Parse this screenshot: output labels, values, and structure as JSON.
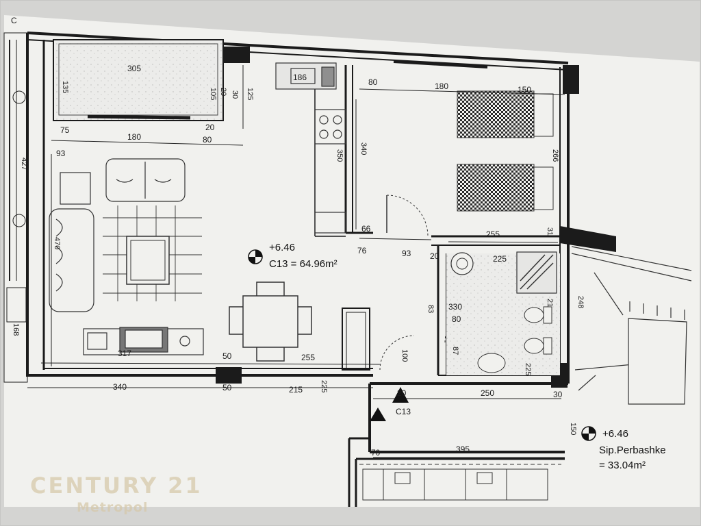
{
  "plan": {
    "main_unit": {
      "elevation": "+6.46",
      "area_text": "C13 = 64.96m²"
    },
    "common_area": {
      "elevation": "+6.46",
      "name": "Sip.Perbashke",
      "area_text": "= 33.04m²"
    },
    "corridor_code": "C13",
    "page_marker": "C",
    "dimensions": [
      "305",
      "135",
      "105",
      "20",
      "30",
      "125",
      "75",
      "180",
      "80",
      "93",
      "470",
      "427",
      "168",
      "186",
      "350",
      "80",
      "180",
      "150",
      "340",
      "266",
      "66",
      "76",
      "93",
      "20",
      "255",
      "31",
      "225",
      "330",
      "80",
      "83",
      "87",
      "248",
      "21",
      "225",
      "317",
      "50",
      "255",
      "340",
      "50",
      "215",
      "225",
      "250",
      "30",
      "150",
      "395",
      "70",
      "100",
      "20",
      "20"
    ]
  },
  "watermark": {
    "brand": "CENTURY 21",
    "office": "Metropol"
  },
  "colors": {
    "paper": "#f1f1ee",
    "background": "#d4d4d2",
    "wall": "#1b1b1b",
    "watermark": "#d6c8aa"
  }
}
